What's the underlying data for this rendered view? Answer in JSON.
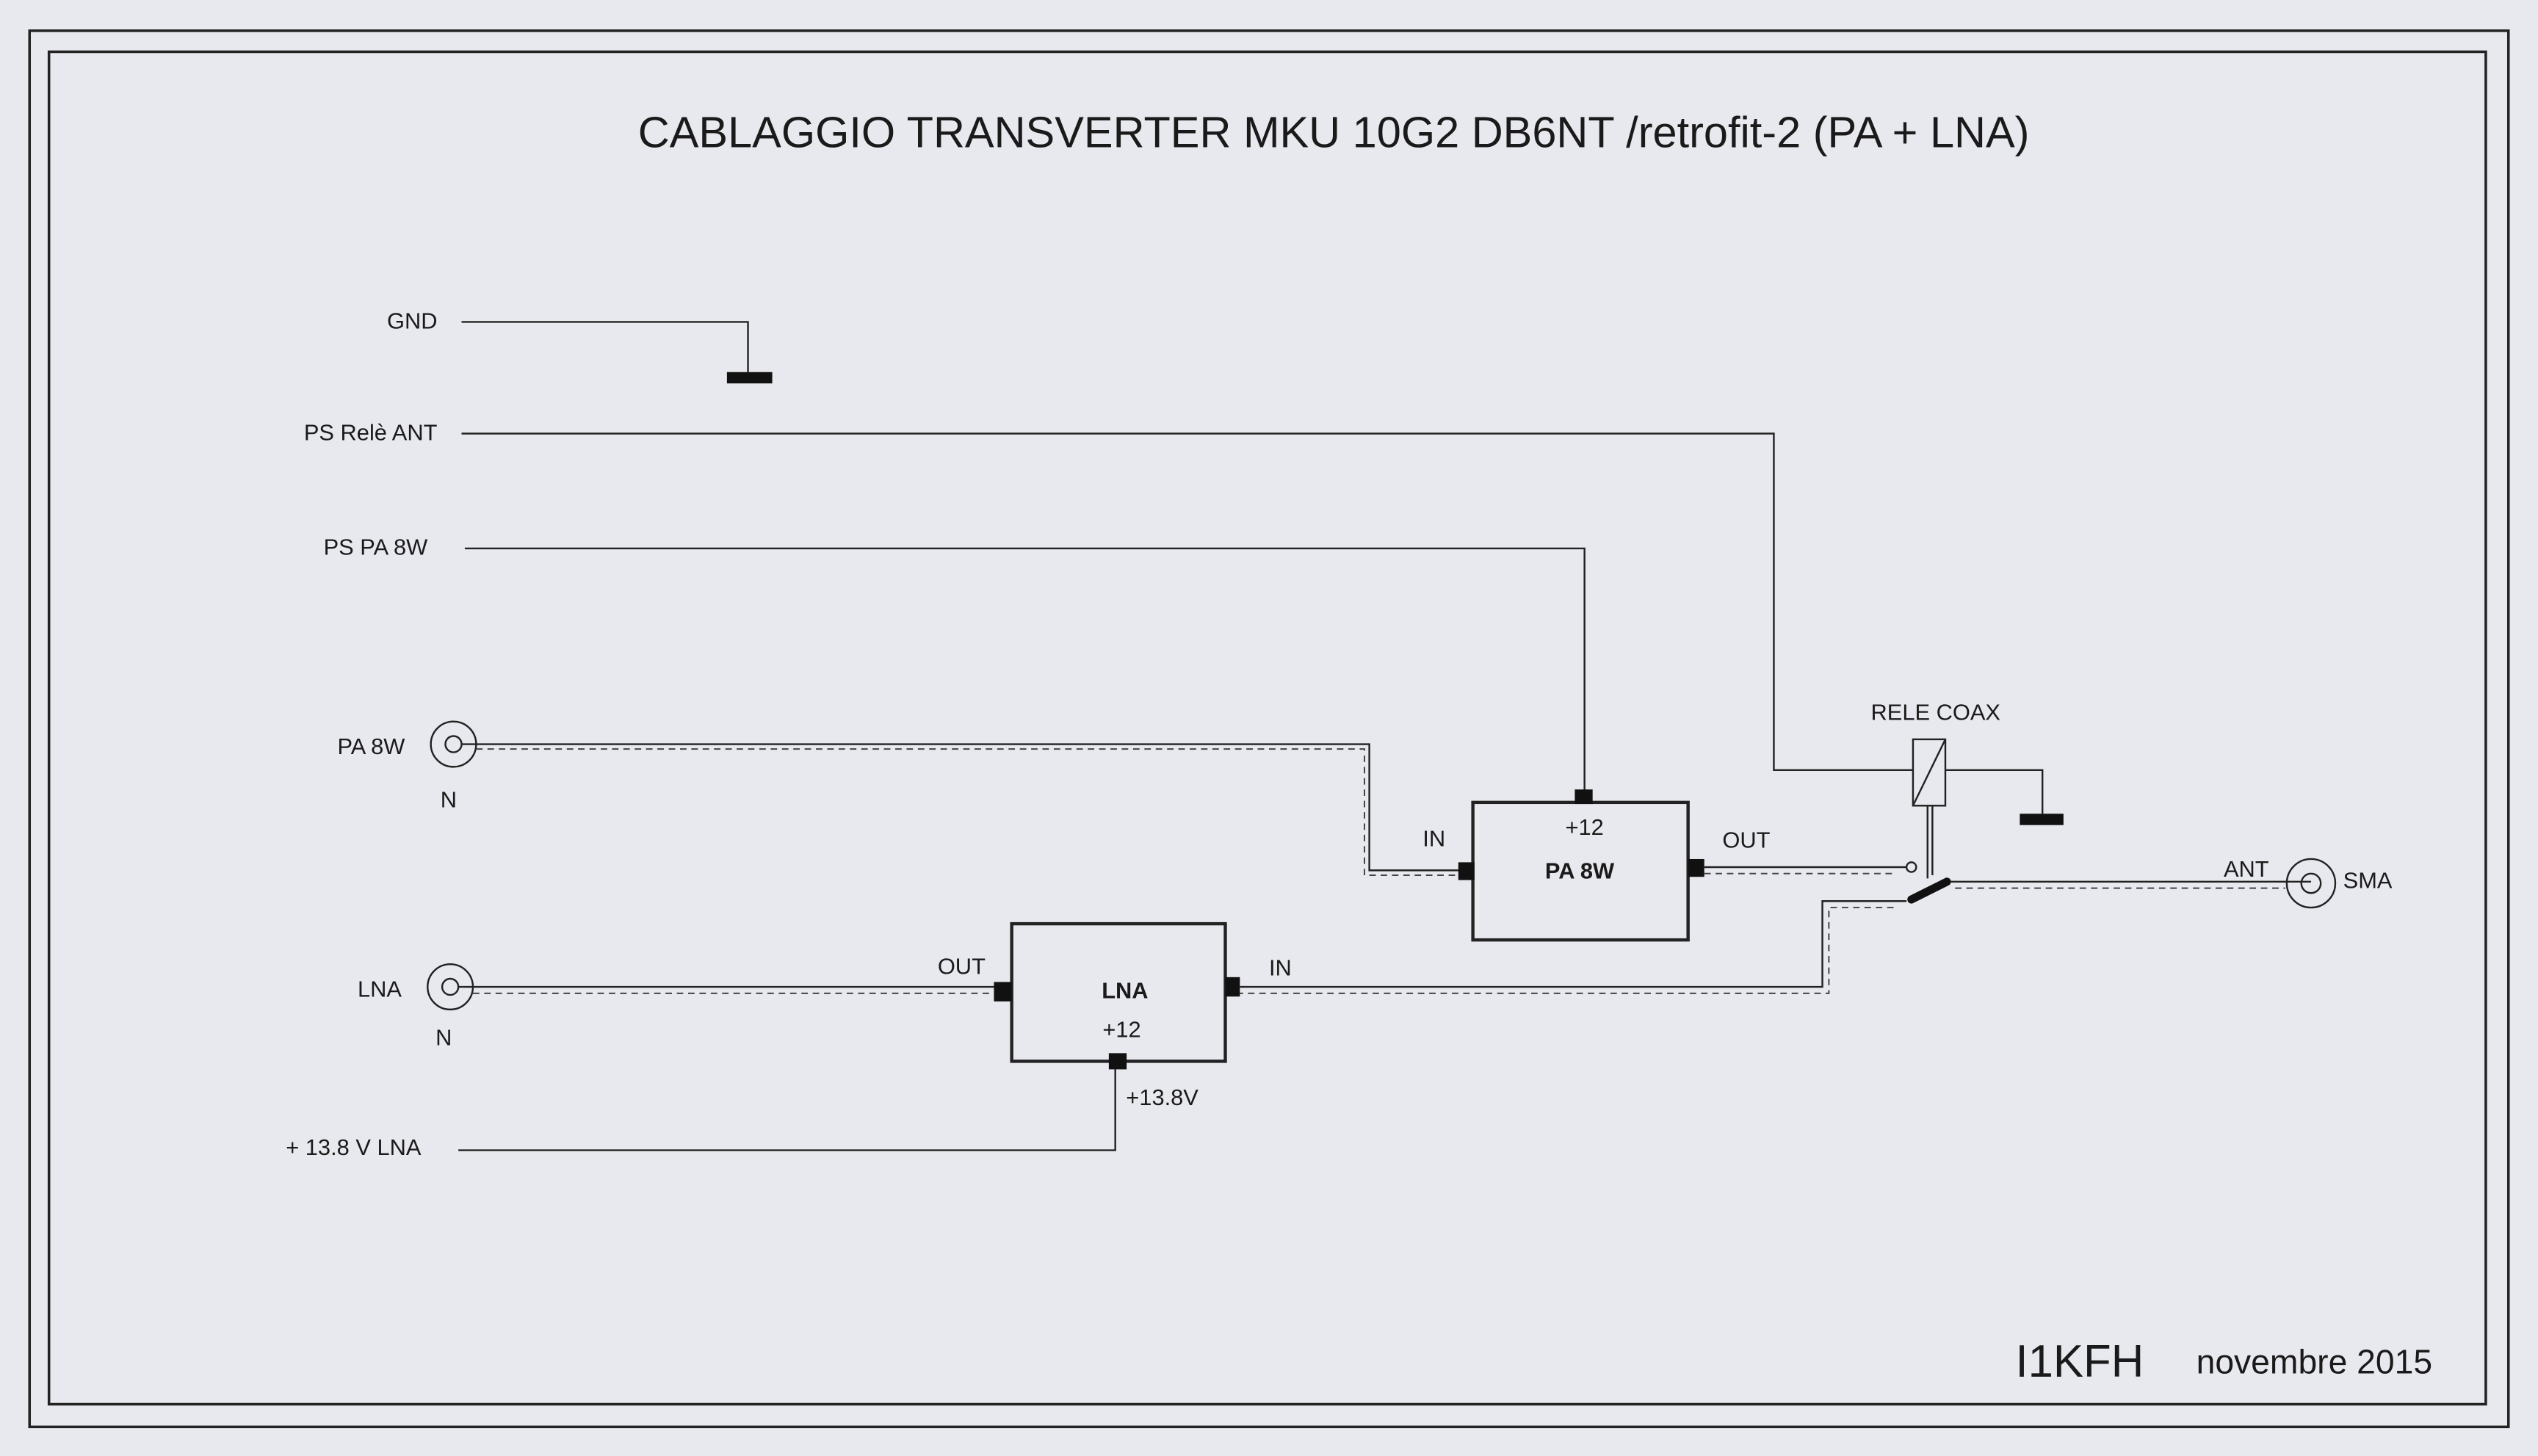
{
  "title": "CABLAGGIO TRANSVERTER MKU 10G2 DB6NT /retrofit-2 (PA + LNA)",
  "inputs": {
    "gnd": "GND",
    "ps_rele_ant": "PS Relè ANT",
    "ps_pa_8w": "PS PA 8W",
    "pa_8w": "PA 8W",
    "lna": "LNA",
    "lna_supply": "+ 13.8 V LNA"
  },
  "connectors": {
    "pa_type": "N",
    "lna_type": "N",
    "ant_label": "ANT",
    "ant_type": "SMA"
  },
  "pa_block": {
    "name": "PA 8W",
    "supply": "+12",
    "in": "IN",
    "out": "OUT"
  },
  "lna_block": {
    "name": "LNA",
    "supply": "+12",
    "in": "IN",
    "out": "OUT",
    "supply_pin": "+13.8V"
  },
  "relay": {
    "label": "RELE COAX"
  },
  "footer": {
    "author": "I1KFH",
    "date": "novembre 2015"
  }
}
